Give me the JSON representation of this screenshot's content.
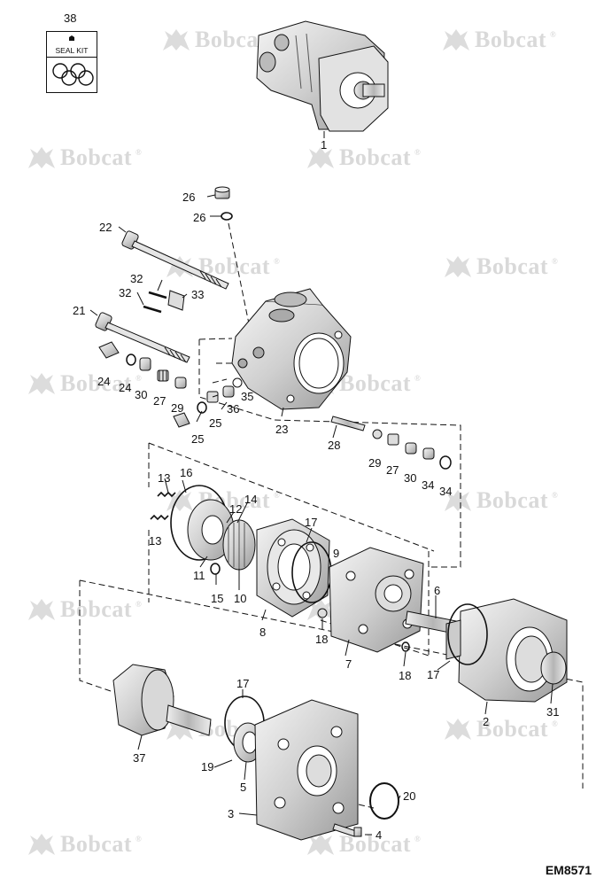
{
  "watermark": {
    "brand": "Bobcat",
    "registered": "®"
  },
  "seal_kit": {
    "number": "38",
    "label": "SEAL KIT"
  },
  "drawing_code": "EM8571",
  "callouts": [
    {
      "id": "38",
      "text": "38"
    },
    {
      "id": "1",
      "text": "1"
    },
    {
      "id": "26a",
      "text": "26"
    },
    {
      "id": "26b",
      "text": "26"
    },
    {
      "id": "22",
      "text": "22"
    },
    {
      "id": "32a",
      "text": "32"
    },
    {
      "id": "32b",
      "text": "32"
    },
    {
      "id": "33",
      "text": "33"
    },
    {
      "id": "21",
      "text": "21"
    },
    {
      "id": "24a",
      "text": "24"
    },
    {
      "id": "24b",
      "text": "24"
    },
    {
      "id": "30a",
      "text": "30"
    },
    {
      "id": "27a",
      "text": "27"
    },
    {
      "id": "29a",
      "text": "29"
    },
    {
      "id": "35",
      "text": "35"
    },
    {
      "id": "36",
      "text": "36"
    },
    {
      "id": "25a",
      "text": "25"
    },
    {
      "id": "25b",
      "text": "25"
    },
    {
      "id": "23",
      "text": "23"
    },
    {
      "id": "28",
      "text": "28"
    },
    {
      "id": "29b",
      "text": "29"
    },
    {
      "id": "27b",
      "text": "27"
    },
    {
      "id": "30b",
      "text": "30"
    },
    {
      "id": "34a",
      "text": "34"
    },
    {
      "id": "34b",
      "text": "34"
    },
    {
      "id": "16",
      "text": "16"
    },
    {
      "id": "13a",
      "text": "13"
    },
    {
      "id": "13b",
      "text": "13"
    },
    {
      "id": "14",
      "text": "14"
    },
    {
      "id": "12",
      "text": "12"
    },
    {
      "id": "17a",
      "text": "17"
    },
    {
      "id": "9",
      "text": "9"
    },
    {
      "id": "11",
      "text": "11"
    },
    {
      "id": "15",
      "text": "15"
    },
    {
      "id": "10",
      "text": "10"
    },
    {
      "id": "8",
      "text": "8"
    },
    {
      "id": "18a",
      "text": "18"
    },
    {
      "id": "7",
      "text": "7"
    },
    {
      "id": "18b",
      "text": "18"
    },
    {
      "id": "6",
      "text": "6"
    },
    {
      "id": "17b",
      "text": "17"
    },
    {
      "id": "31",
      "text": "31"
    },
    {
      "id": "2",
      "text": "2"
    },
    {
      "id": "17c",
      "text": "17"
    },
    {
      "id": "37",
      "text": "37"
    },
    {
      "id": "19",
      "text": "19"
    },
    {
      "id": "5",
      "text": "5"
    },
    {
      "id": "20",
      "text": "20"
    },
    {
      "id": "3",
      "text": "3"
    },
    {
      "id": "4",
      "text": "4"
    }
  ]
}
